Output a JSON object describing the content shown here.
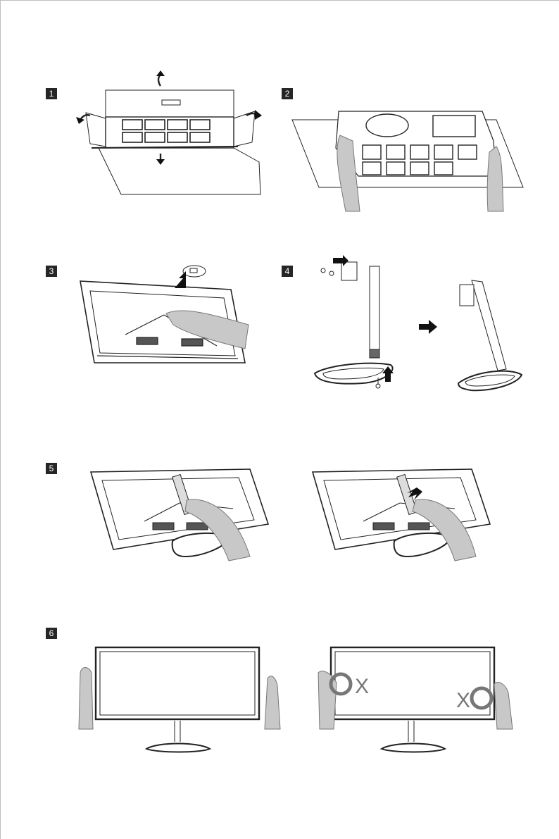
{
  "steps": [
    {
      "number": "1",
      "illustration": "unpack-box-open-flaps"
    },
    {
      "number": "2",
      "illustration": "lift-foam-tray-out"
    },
    {
      "number": "3",
      "illustration": "remove-protective-cap"
    },
    {
      "number": "4",
      "illustration": "assemble-stand-and-base"
    },
    {
      "number": "5",
      "illustration": "attach-stand-to-monitor"
    },
    {
      "number": "6",
      "illustration": "lift-monitor-by-frame"
    }
  ],
  "warning_marks": [
    "X",
    "X"
  ],
  "colors": {
    "badge": "#262626",
    "line": "#222222",
    "hand": "#c8c8c8",
    "arrow": "#1a1a1a",
    "warn_circle": "#777777"
  }
}
